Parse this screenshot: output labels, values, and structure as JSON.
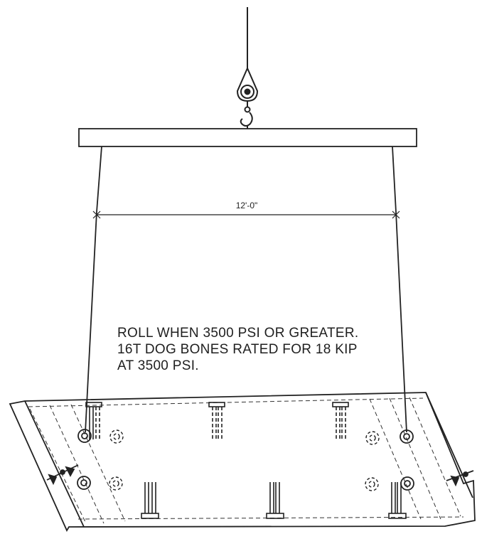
{
  "drawing": {
    "span_dimension": "12'-0\"",
    "note_lines": [
      "ROLL WHEN 3500 PSI OR GREATER.",
      "16T DOG BONES RATED FOR 18 KIP",
      "AT 3500 PSI."
    ],
    "components": [
      "crane-cable",
      "shackle",
      "lifting-hook",
      "spreader-beam",
      "sling-left",
      "sling-right",
      "precast-panel",
      "lifting-insert",
      "dog-bone-anchor"
    ]
  }
}
